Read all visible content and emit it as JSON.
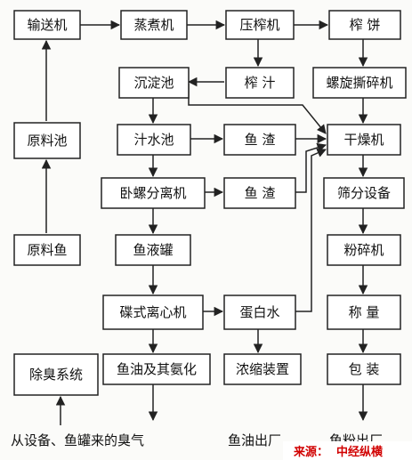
{
  "nodes": {
    "conveyor": "输送机",
    "cooker": "蒸煮机",
    "press": "压榨机",
    "presscake": "榨 饼",
    "sediment_tank": "沉淀池",
    "press_juice": "榨 汁",
    "spiral_shredder": "螺旋撕碎机",
    "raw_tank": "原料池",
    "juice_tank": "汁水池",
    "fish_residue_1": "鱼 渣",
    "dryer": "干燥机",
    "decanter": "卧螺分离机",
    "fish_residue_2": "鱼 渣",
    "screening": "筛分设备",
    "raw_fish": "原料鱼",
    "fish_liquid_tank": "鱼液罐",
    "pulverizer": "粉碎机",
    "disc_centrifuge": "碟式离心机",
    "protein_water": "蛋白水",
    "weighing": "称 量",
    "deodor": "除臭系统",
    "fish_oil": "鱼油及其氨化",
    "concentrator": "浓缩装置",
    "packing": "包 装"
  },
  "free_text": {
    "odor_source": "从设备、鱼罐来的臭气",
    "fish_oil_out": "鱼油出厂",
    "fishmeal_out": "鱼粉出厂"
  },
  "source": {
    "label": "来源：",
    "name": "中经纵横"
  }
}
